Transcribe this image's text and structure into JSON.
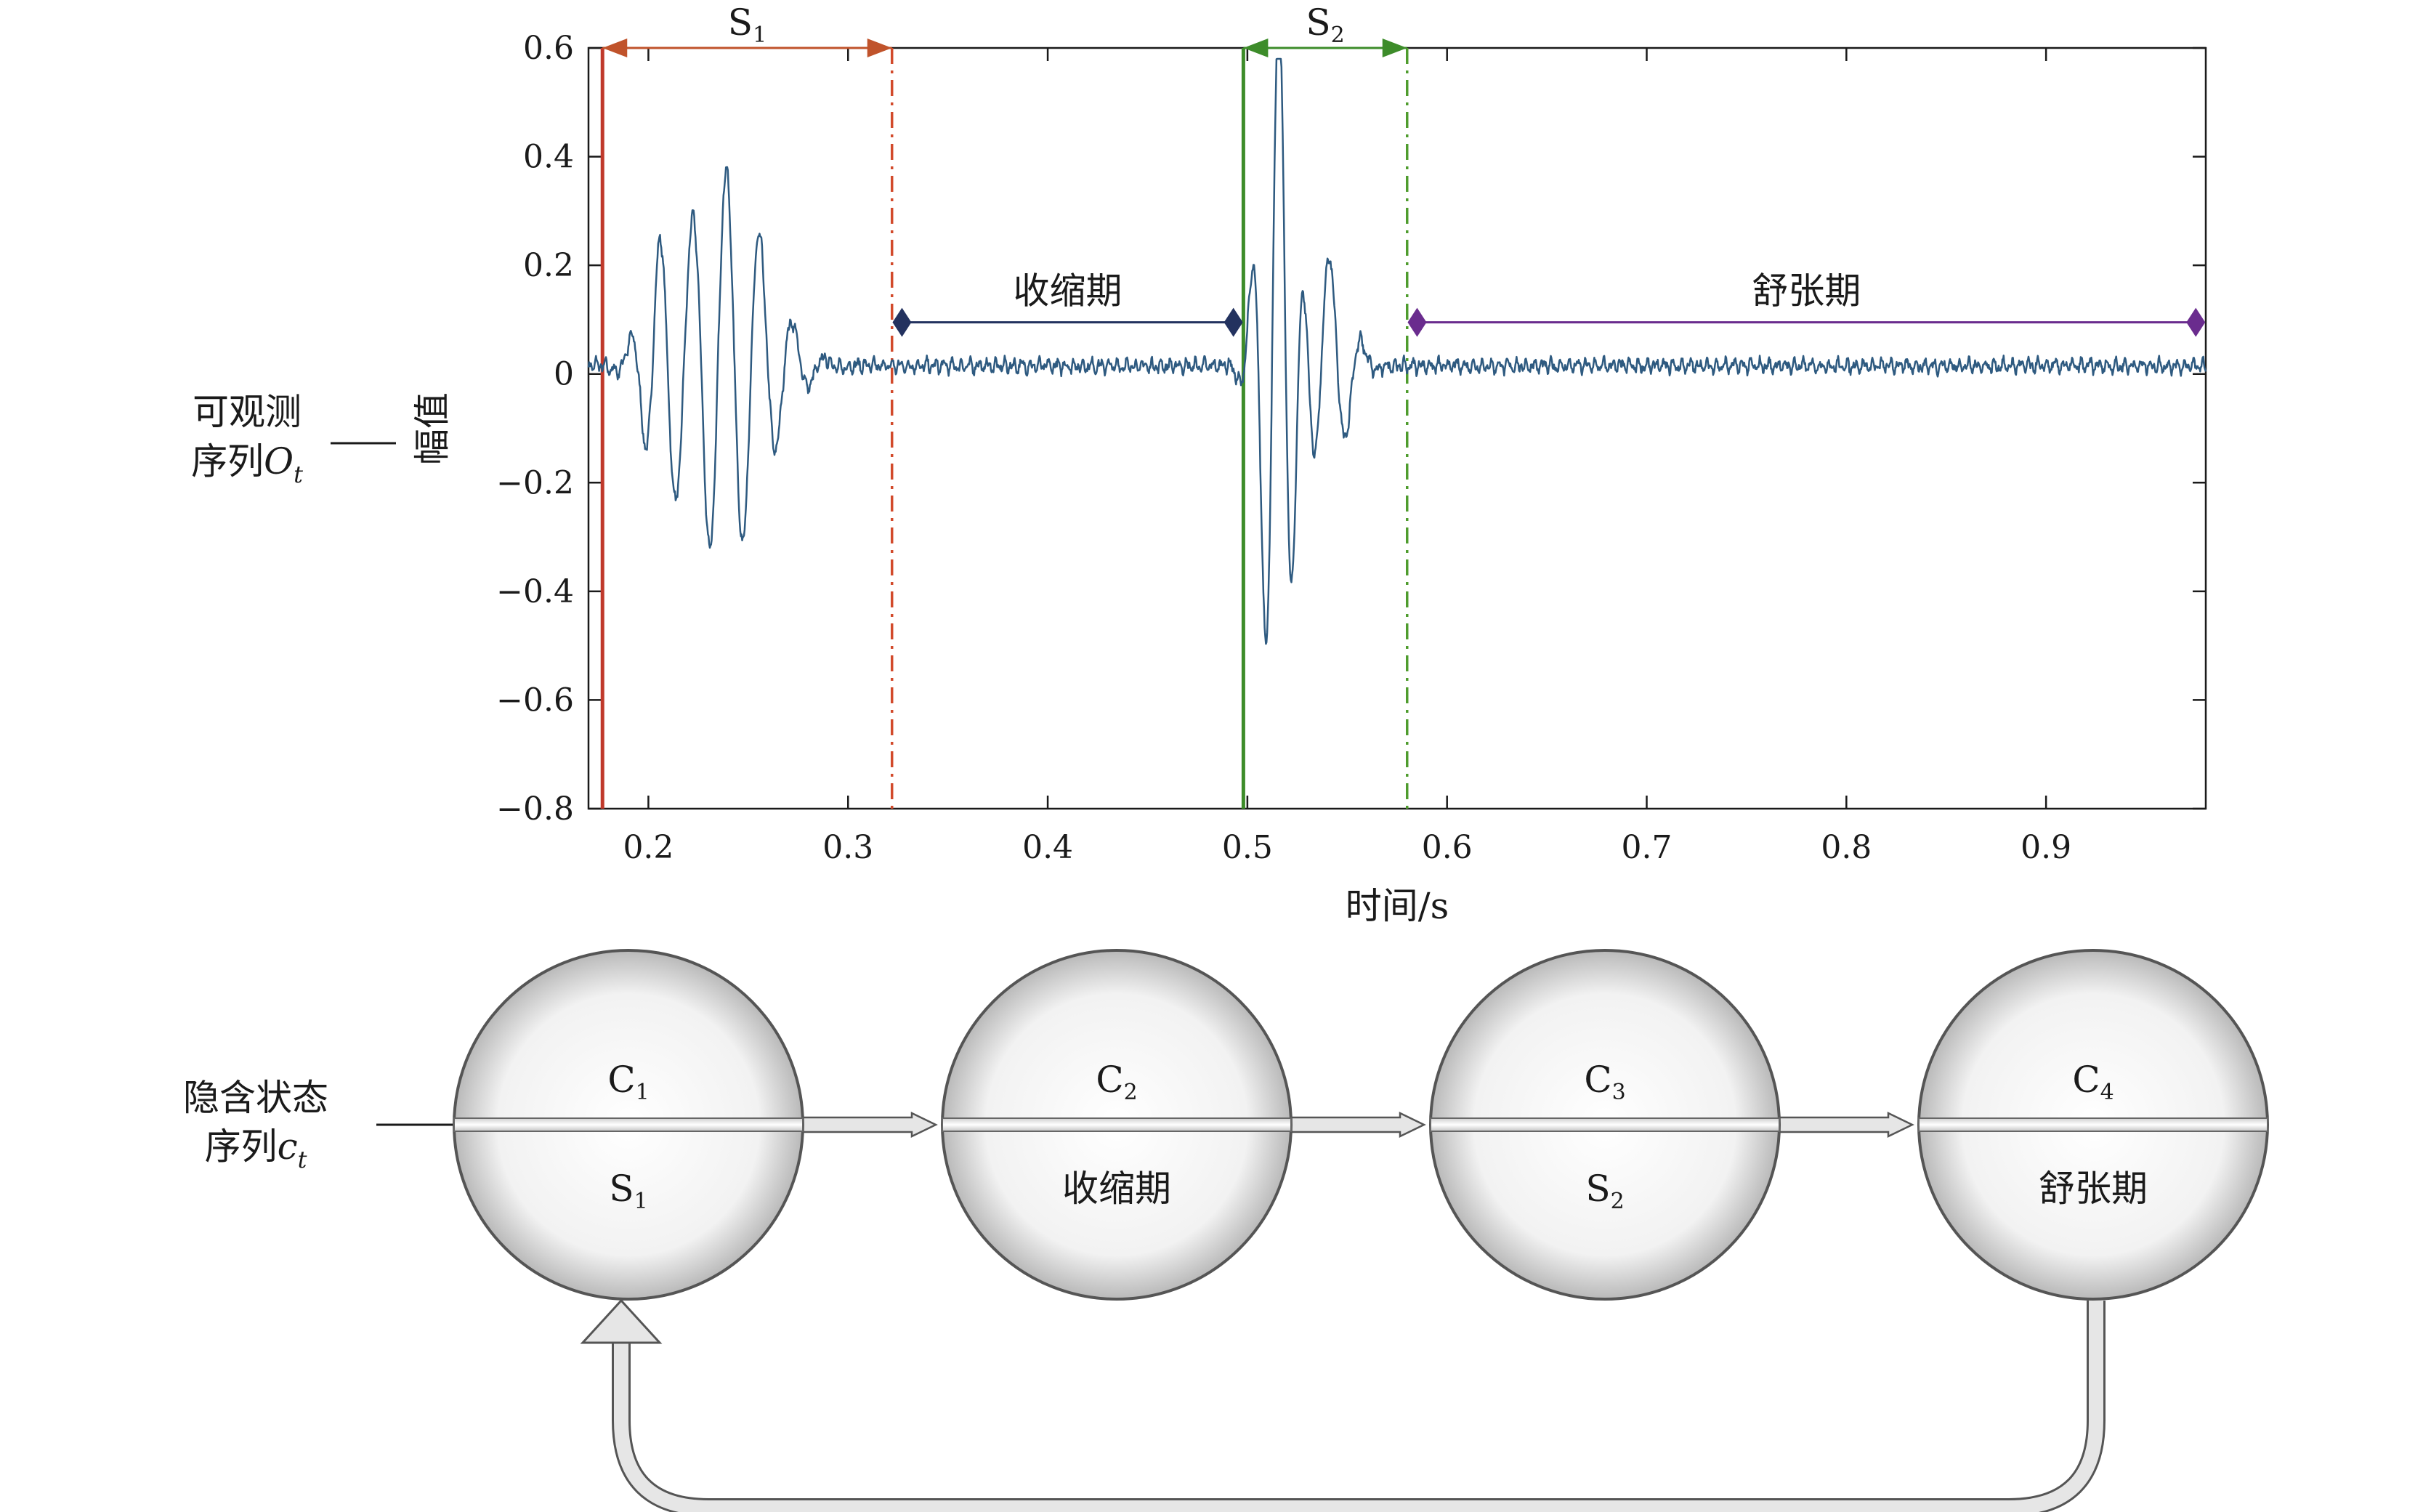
{
  "chart_data": {
    "type": "line",
    "xlabel": "时间/s",
    "ylabel": "幅值",
    "xlim": [
      0.17,
      0.98
    ],
    "ylim": [
      -0.8,
      0.6
    ],
    "xticks": [
      0.2,
      0.3,
      0.4,
      0.5,
      0.6,
      0.7,
      0.8,
      0.9
    ],
    "yticks": [
      0.6,
      0.4,
      0.2,
      0,
      -0.2,
      -0.4,
      -0.6,
      -0.8
    ],
    "xtick_labels": [
      "0.2",
      "0.3",
      "0.4",
      "0.5",
      "0.6",
      "0.7",
      "0.8",
      "0.9"
    ],
    "ytick_labels": [
      "0.6",
      "0.4",
      "0.2",
      "0",
      "−0.2",
      "−0.4",
      "−0.6",
      "−0.8"
    ],
    "series_color": "#2e5a80",
    "signal": {
      "baseline": 0.015,
      "noise": 0.014,
      "bursts": [
        {
          "center": 0.238,
          "width": 0.028,
          "amp": 0.36,
          "freq": 60
        },
        {
          "center": 0.205,
          "width": 0.012,
          "amp": 0.14,
          "freq": 70
        },
        {
          "center": 0.515,
          "width": 0.011,
          "amp": 0.68,
          "freq": 72
        },
        {
          "center": 0.54,
          "width": 0.014,
          "amp": 0.2,
          "freq": 60
        }
      ]
    },
    "markers": [
      {
        "x": 0.177,
        "color": "#c0392b",
        "style": "solid"
      },
      {
        "x": 0.322,
        "color": "#d24a2b",
        "style": "dashdot"
      },
      {
        "x": 0.498,
        "color": "#3d8c2a",
        "style": "solid"
      },
      {
        "x": 0.58,
        "color": "#4f9c2e",
        "style": "dashdot"
      }
    ],
    "intervals": [
      {
        "label": "S",
        "sub": "1",
        "x0": 0.177,
        "x1": 0.322,
        "y": 0.6,
        "color": "#c0532b",
        "end": "arrow"
      },
      {
        "label": "S",
        "sub": "2",
        "x0": 0.498,
        "x1": 0.58,
        "y": 0.6,
        "color": "#3d8c2a",
        "end": "arrow"
      },
      {
        "label": "收缩期",
        "sub": "",
        "x0": 0.327,
        "x1": 0.493,
        "y": 0.095,
        "color": "#23325f",
        "end": "diamond"
      },
      {
        "label": "舒张期",
        "sub": "",
        "x0": 0.585,
        "x1": 0.975,
        "y": 0.095,
        "color": "#6a2c8e",
        "end": "diamond"
      }
    ]
  },
  "labels": {
    "observable_line1": "可观测",
    "observable_line2": "序列",
    "observable_symbol": "O",
    "observable_sub": "t",
    "hidden_line1": "隐含状态",
    "hidden_line2": "序列",
    "hidden_symbol": "c",
    "hidden_sub": "t"
  },
  "states": [
    {
      "name": "C",
      "sub": "1",
      "phase": "S",
      "phase_sub": "1"
    },
    {
      "name": "C",
      "sub": "2",
      "phase": "收缩期",
      "phase_sub": ""
    },
    {
      "name": "C",
      "sub": "3",
      "phase": "S",
      "phase_sub": "2"
    },
    {
      "name": "C",
      "sub": "4",
      "phase": "舒张期",
      "phase_sub": ""
    }
  ]
}
